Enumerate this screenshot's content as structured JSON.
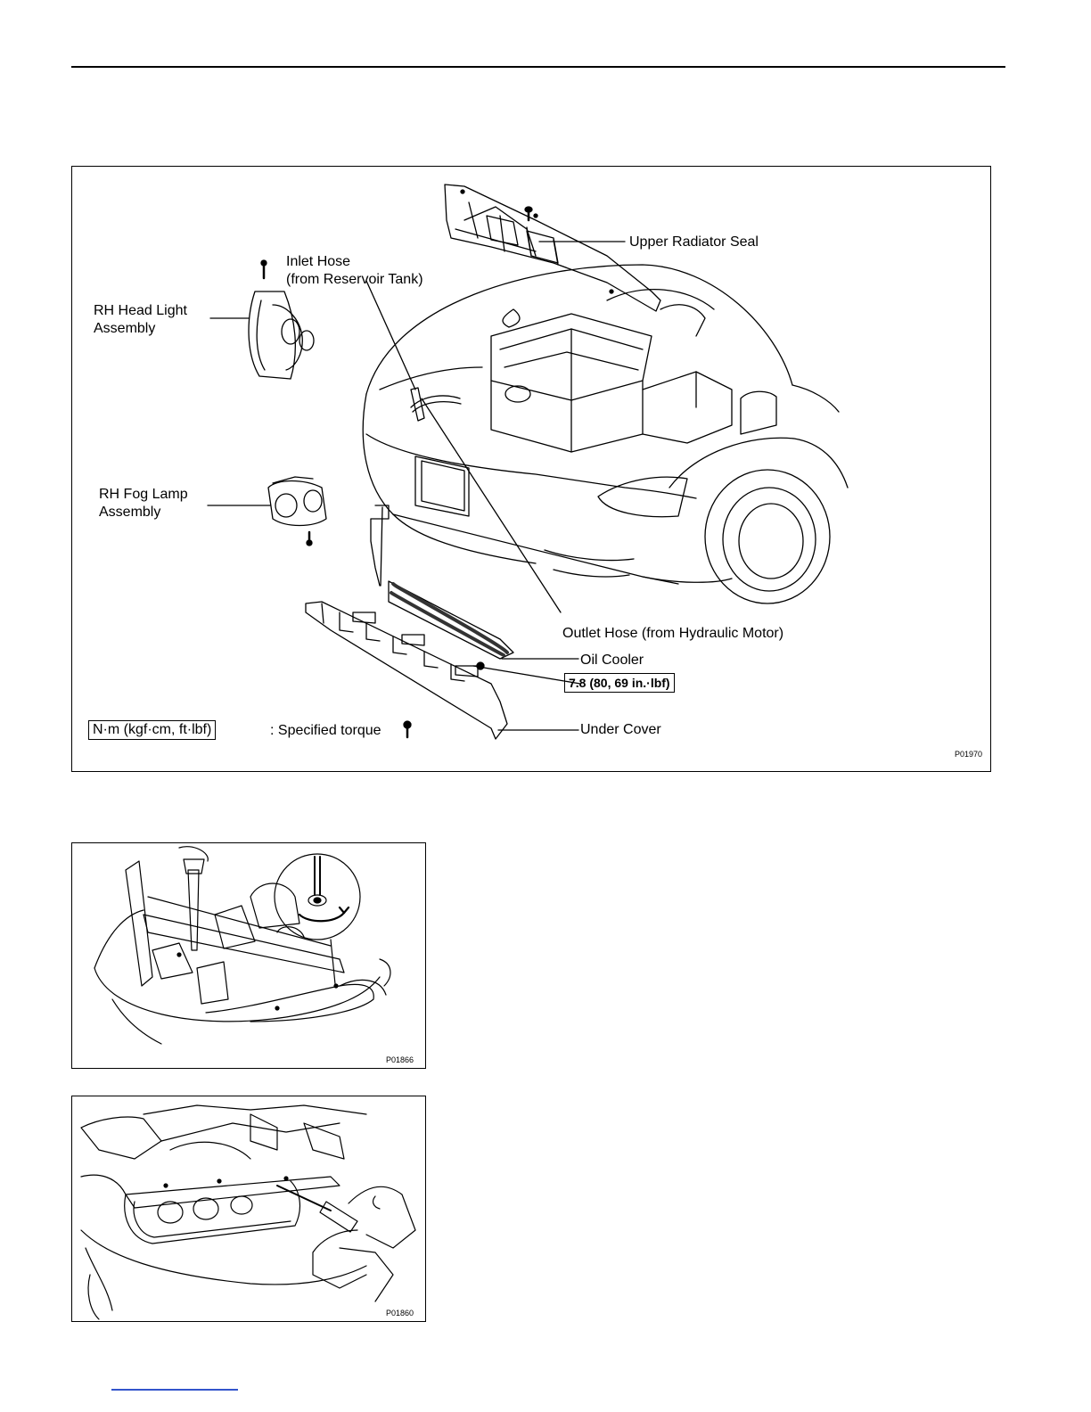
{
  "main_figure": {
    "labels": {
      "upper_radiator_seal": "Upper Radiator Seal",
      "inlet_hose_line1": "Inlet Hose",
      "inlet_hose_line2": "(from Reservoir Tank)",
      "rh_head_light_line1": "RH Head Light",
      "rh_head_light_line2": "Assembly",
      "rh_fog_lamp_line1": "RH Fog Lamp",
      "rh_fog_lamp_line2": "Assembly",
      "outlet_hose": "Outlet Hose (from Hydraulic Motor)",
      "oil_cooler": "Oil Cooler",
      "torque_value": "7.8 (80, 69 in.·lbf)",
      "under_cover": "Under Cover",
      "legend_unit": "N·m (kgf·cm, ft·lbf)",
      "legend_text": ":  Specified torque"
    },
    "code": "P01970"
  },
  "figure_2": {
    "code": "P01866"
  },
  "figure_3": {
    "code": "P01860"
  }
}
